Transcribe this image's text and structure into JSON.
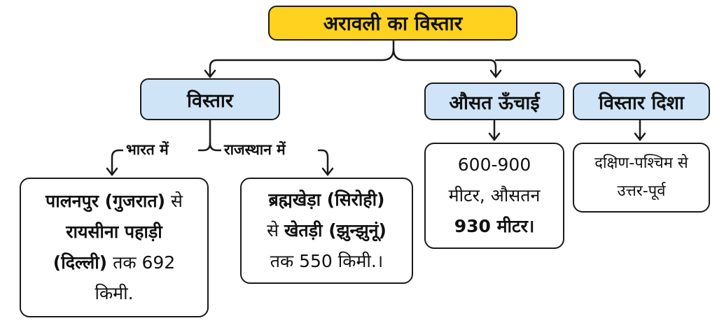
{
  "root": {
    "title": "अरावली का विस्तार"
  },
  "categories": {
    "extent": "विस्तार",
    "height": "औसत ऊँचाई",
    "direction": "विस्तार दिशा"
  },
  "branch_labels": {
    "india": "भारत में",
    "rajasthan": "राजस्थान में"
  },
  "leaves": {
    "india": {
      "place1": "पालनपुर (गुजरात)",
      "join1": "से",
      "place2": "रायसीना पहाड़ी",
      "place3": "(दिल्ली)",
      "suffix": "तक 692",
      "unit": "किमी."
    },
    "rajasthan": {
      "place1": "ब्रह्मखेड़ा (सिरोही)",
      "join1": "से",
      "place2": "खेतड़ी (झुन्झुनूं)",
      "suffix": "तक 550 किमी.।"
    },
    "height": {
      "range": "600-900",
      "line2": "मीटर, औसतन",
      "avg": "930 मीटर।"
    },
    "direction": {
      "line1": "दक्षिण-पश्चिम से",
      "line2": "उत्तर-पूर्व"
    }
  }
}
